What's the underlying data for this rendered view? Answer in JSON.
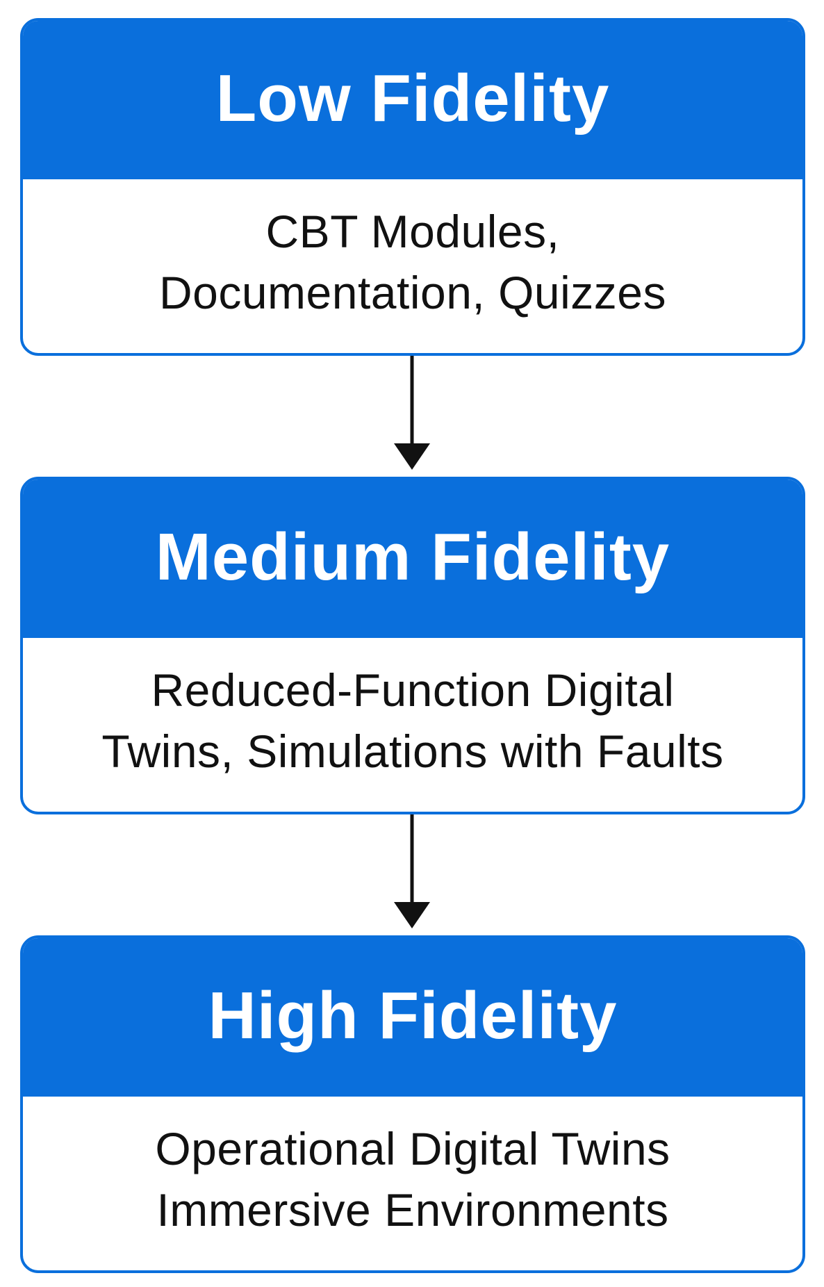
{
  "stages": [
    {
      "title": "Low Fidelity",
      "lines": [
        "CBT Modules,",
        "Documentation, Quizzes"
      ]
    },
    {
      "title": "Medium Fidelity",
      "lines": [
        "Reduced-Function Digital",
        "Twins, Simulations with Faults"
      ]
    },
    {
      "title": "High Fidelity",
      "lines": [
        "Operational Digital Twins",
        "Immersive Environments"
      ]
    }
  ],
  "colors": {
    "header_blue": "#0a6fdc",
    "border_blue": "#0a6fdc",
    "arrow": "#111111",
    "body_text": "#111111",
    "title_text": "#ffffff"
  },
  "icons": {
    "connector": "arrow-down-icon"
  }
}
